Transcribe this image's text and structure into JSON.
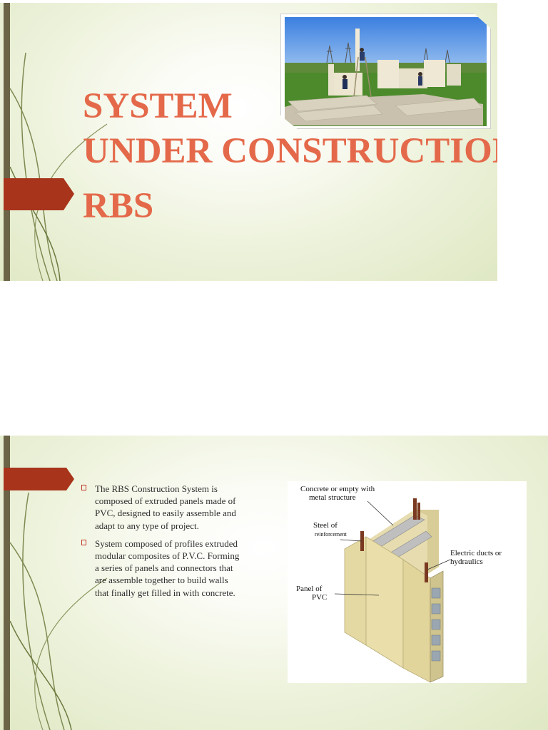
{
  "slide1": {
    "title_line1": "SYSTEM",
    "title_line2": "UNDER CONSTRUCTION",
    "title_line3": "RBS",
    "photo": "construction-site-photo"
  },
  "slide2": {
    "bullets": [
      "The RBS Construction System is composed of extruded panels made of PVC, designed to easily assemble and adapt to any type of project.",
      "System composed of profiles extruded modular composites of P.V.C. Forming a series of panels and connectors that are assemble together to build walls that finally get filled in with concrete."
    ],
    "diagram": {
      "label_concrete_line1": "Concrete or empty with",
      "label_concrete_line2": "metal structure",
      "label_steel": "Steel of",
      "label_reinforcement": "reinforcement",
      "label_electric_line1": "Electric ducts or",
      "label_electric_line2": "hydraulics",
      "label_panel_line1": "Panel of",
      "label_panel_line2": "PVC"
    }
  },
  "colors": {
    "title": "#e4694a",
    "flag": "#a8341c",
    "bar": "#6b6446",
    "bg": "#e6ecd0"
  }
}
